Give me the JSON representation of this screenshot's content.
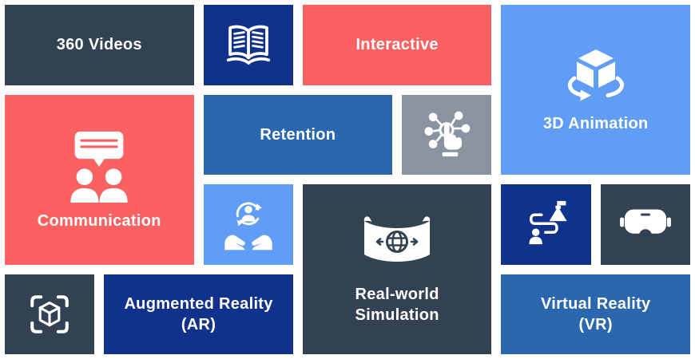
{
  "palette": {
    "background": "#FFFFFF",
    "slate": "#334252",
    "navy": "#11328C",
    "coral": "#FB6161",
    "blue": "#2B67AE",
    "light_blue": "#5F9DF6",
    "gray": "#8A93A0",
    "text": "#FFFFFF"
  },
  "tiles": [
    {
      "label": "360 Videos",
      "color": "#334252"
    },
    {
      "icon": "open-book-icon",
      "color": "#11328C"
    },
    {
      "label": "Interactive",
      "color": "#FB6161"
    },
    {
      "label": "3D Animation",
      "icon": "cube-rotate-icon",
      "color": "#5F9DF6"
    },
    {
      "label": "Communication",
      "icon": "chat-people-icon",
      "color": "#FB6161"
    },
    {
      "label": "Retention",
      "color": "#2B67AE"
    },
    {
      "icon": "touch-network-icon",
      "color": "#8A93A0"
    },
    {
      "icon": "hands-person-cycle-icon",
      "color": "#5F9DF6"
    },
    {
      "label_line1": "Real-world",
      "label_line2": "Simulation",
      "icon": "panorama-globe-icon",
      "color": "#334252"
    },
    {
      "icon": "journey-flask-icon",
      "color": "#11328C"
    },
    {
      "icon": "vr-headset-icon",
      "color": "#334252"
    },
    {
      "icon": "cube-scan-icon",
      "color": "#334252"
    },
    {
      "label_line1": "Augmented Reality",
      "label_line2": "(AR)",
      "color": "#11328C"
    },
    {
      "label_line1": "Virtual Reality",
      "label_line2": "(VR)",
      "color": "#2B67AE"
    }
  ]
}
